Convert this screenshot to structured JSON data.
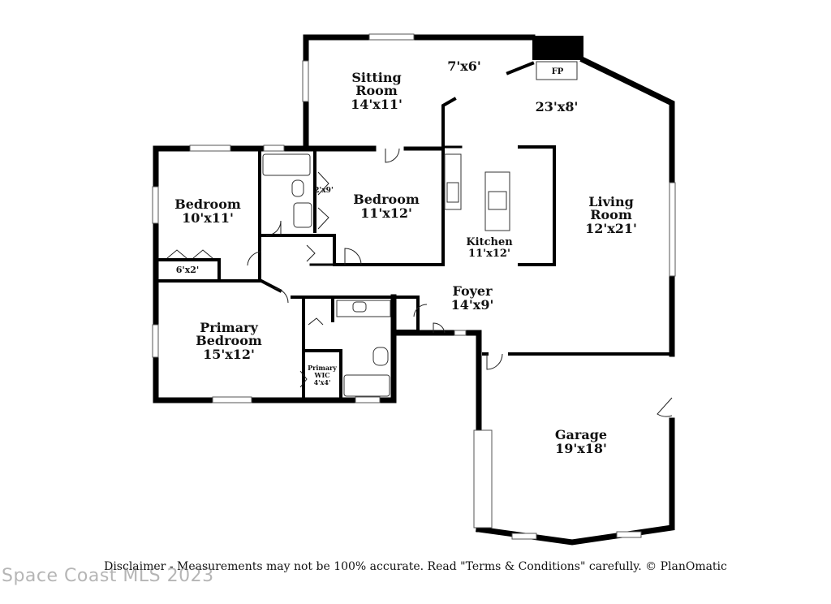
{
  "rooms": {
    "sitting": {
      "name_line1": "Sitting",
      "name_line2": "Room",
      "dims": "14'x11'"
    },
    "nook": {
      "dims": "7'x6'"
    },
    "living_extension": {
      "dims": "23'x8'"
    },
    "fireplace": {
      "label": "FP"
    },
    "bedroom_left": {
      "name": "Bedroom",
      "dims": "10'x11'"
    },
    "closet_left": {
      "dims": "6'x2'"
    },
    "hall_closet": {
      "dims": "2'x9'"
    },
    "bedroom_mid": {
      "name": "Bedroom",
      "dims": "11'x12'"
    },
    "kitchen": {
      "name": "Kitchen",
      "dims": "11'x12'"
    },
    "living": {
      "name_line1": "Living",
      "name_line2": "Room",
      "dims": "12'x21'"
    },
    "foyer": {
      "name": "Foyer",
      "dims": "14'x9'"
    },
    "primary_bedroom": {
      "name_line1": "Primary",
      "name_line2": "Bedroom",
      "dims": "15'x12'"
    },
    "primary_wic": {
      "name_line1": "Primary",
      "name_line2": "WIC",
      "dims": "4'x4'"
    },
    "garage": {
      "name": "Garage",
      "dims": "19'x18'"
    }
  },
  "footer": {
    "disclaimer": "Disclaimer - Measurements may not be 100% accurate. Read \"Terms & Conditions\" carefully. © PlanOmatic",
    "watermark": "Space Coast MLS 2023"
  }
}
